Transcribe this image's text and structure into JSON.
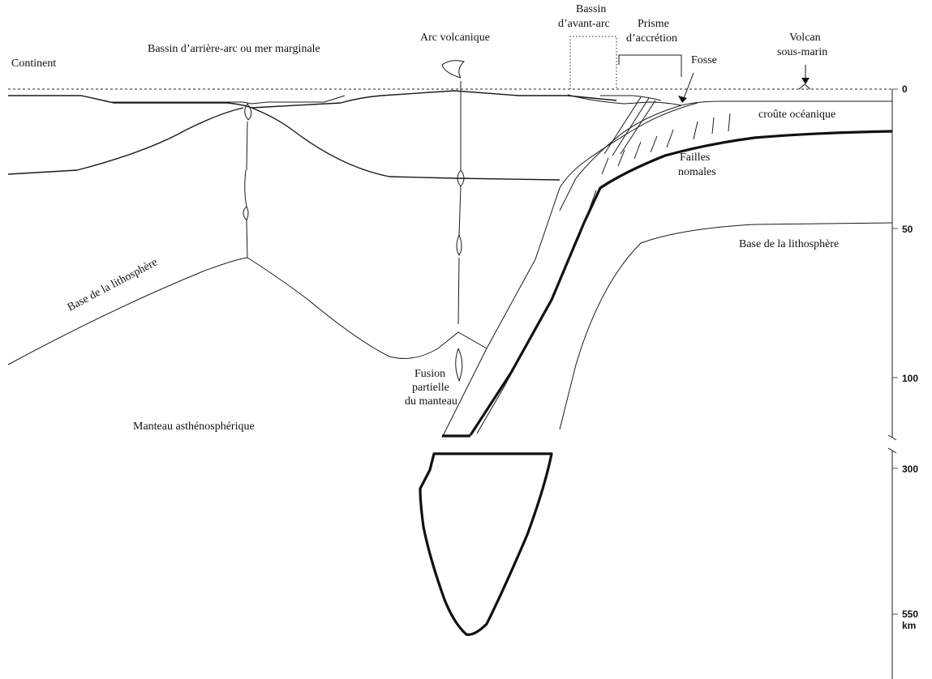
{
  "labels": {
    "continent": "Continent",
    "back_arc_basin": "Bassin d’arrière-arc ou mer marginale",
    "volcanic_arc": "Arc volcanique",
    "forearc_basin_line1": "Bassin",
    "forearc_basin_line2": "d’avant-arc",
    "accretion_prism_line1": "Prisme",
    "accretion_prism_line2": "d’accrétion",
    "trench": "Fosse",
    "seamount_line1": "Volcan",
    "seamount_line2": "sous-marin",
    "oceanic_crust": "croûte océanique",
    "normal_faults_line1": "Failles",
    "normal_faults_line2": "nomales",
    "lithosphere_base_left": "Base de la lithosphère",
    "lithosphere_base_right": "Base de la lithosphère",
    "partial_melting_line1": "Fusion",
    "partial_melting_line2": "partielle",
    "partial_melting_line3": "du manteau",
    "asthenospheric_mantle": "Manteau asthénosphérique"
  },
  "depth_scale": {
    "ticks": [
      "0",
      "50",
      "100",
      "300",
      "550"
    ],
    "unit": "km"
  }
}
